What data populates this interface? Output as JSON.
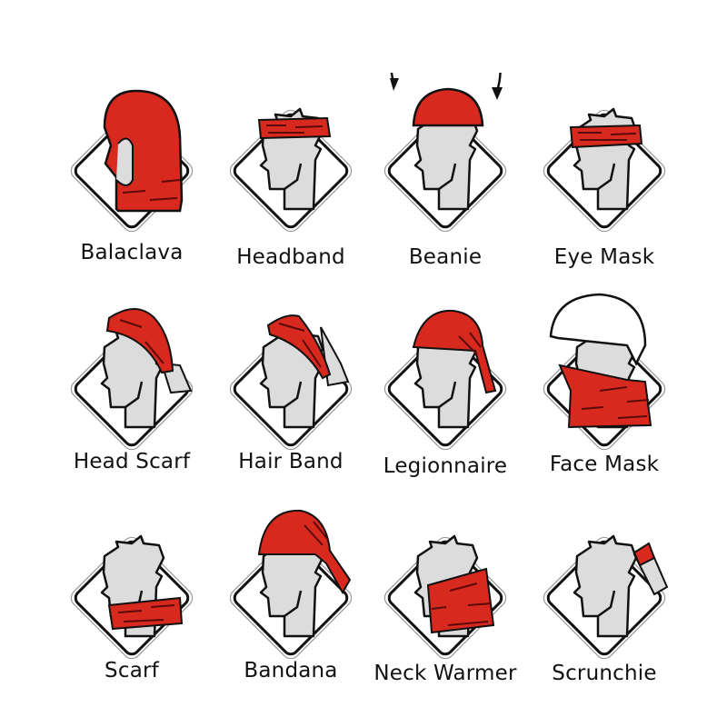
{
  "colors": {
    "fabric": "#d8291f",
    "fabric_stroke": "#7a0f0b",
    "skin": "#dcdcdc",
    "outline": "#111111",
    "background": "#ffffff"
  },
  "styles": [
    {
      "label": "Balaclava",
      "icon": "balaclava-icon"
    },
    {
      "label": "Headband",
      "icon": "headband-icon"
    },
    {
      "label": "Beanie",
      "icon": "beanie-icon"
    },
    {
      "label": "Eye Mask",
      "icon": "eye-mask-icon"
    },
    {
      "label": "Head Scarf",
      "icon": "head-scarf-icon"
    },
    {
      "label": "Hair Band",
      "icon": "hair-band-icon"
    },
    {
      "label": "Legionnaire",
      "icon": "legionnaire-icon"
    },
    {
      "label": "Face Mask",
      "icon": "face-mask-icon"
    },
    {
      "label": "Scarf",
      "icon": "scarf-icon"
    },
    {
      "label": "Bandana",
      "icon": "bandana-icon"
    },
    {
      "label": "Neck Warmer",
      "icon": "neck-warmer-icon"
    },
    {
      "label": "Scrunchie",
      "icon": "scrunchie-icon"
    }
  ]
}
